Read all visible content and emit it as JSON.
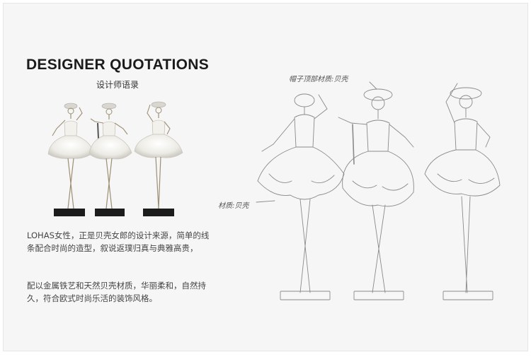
{
  "heading": {
    "title": "DESIGNER QUOTATIONS",
    "subtitle": "设计师语录"
  },
  "description": {
    "paragraph1": "LOHAS女性，正是贝壳女郎的设计来源，简单的线条配合时尚的造型，叙说返璞归真与典雅高贵，",
    "paragraph2": "配以金属铁艺和天然贝壳材质，华丽柔和，自然持久，符合欧式时尚乐活的装饰风格。"
  },
  "sketch": {
    "note_top": "帽子顶部材质:贝壳",
    "note_left": "材质:贝壳"
  },
  "colors": {
    "background": "#f6f6f6",
    "heading": "#1b1b1b",
    "shell": "#eceae3",
    "metal": "#b8a888",
    "base": "#1c1c1c"
  }
}
